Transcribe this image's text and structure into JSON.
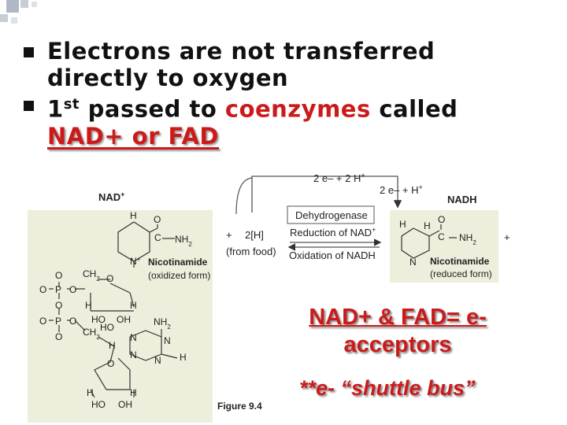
{
  "bullets": [
    {
      "line1": "Electrons are not transferred",
      "line2": "directly to oxygen"
    },
    {
      "prefix": "1",
      "superscript": "st",
      "mid": " passed to ",
      "highlight": "coenzymes",
      "suffix": " called",
      "line2": "NAD+ or FAD"
    }
  ],
  "figure": {
    "top_left_label": "NAD",
    "top_left_label_sup": "+",
    "top_right_label": "NADH",
    "arrow_top_label": "2 e– + 2 H",
    "arrow_top_label_sup": "+",
    "arrow_right_label": "2 e– + H",
    "arrow_right_label_sup": "+",
    "enzyme_label": "Dehydrogenase",
    "reduction_label": "Reduction of NAD",
    "reduction_label_sup": "+",
    "oxidation_label": "Oxidation of NADH",
    "plus_2h": "+",
    "two_h": "2[H]",
    "from_food": "(from food)",
    "left_panel": {
      "nicotinamide": "Nicotinamide",
      "oxidized": "(oxidized form)",
      "atoms": {
        "h_top": "H",
        "o_top": "O",
        "c_amide": "C",
        "nh2": "NH",
        "nh2_sub": "2",
        "n_plus": "N",
        "n_plus_sup": "+",
        "ch2_top": "CH",
        "ch2_top_sub": "2",
        "o_ring_top": "O",
        "p1_o_top": "O",
        "p1_o_left": "O",
        "p1_p": "P",
        "p1_o_right": "O",
        "p2_o_mid": "O",
        "p2_o_left": "O",
        "p2_p": "P",
        "p2_o_right": "O",
        "p2_o_bottom": "O",
        "h_r1": "H",
        "h_r2": "H",
        "ho_r": "HO",
        "oh_r": "OH",
        "ch2_bottom": "CH",
        "ch2_bottom_sub": "2",
        "ho_r2": "HO",
        "nh2_ad": "NH",
        "nh2_ad_sub": "2",
        "n1": "N",
        "n2": "N",
        "n3": "N",
        "n4": "N",
        "h_ad": "H",
        "h_left": "H",
        "o_ring_bottom": "O",
        "h_b1": "H",
        "h_b2": "H",
        "ho_b": "HO",
        "oh_b": "OH"
      }
    },
    "right_panel": {
      "nicotinamide": "Nicotinamide",
      "reduced": "(reduced form)",
      "atoms": {
        "h1": "H",
        "h2": "H",
        "o": "O",
        "c": "C",
        "nh2": "NH",
        "nh2_sub": "2",
        "n": "N",
        "plus": "+"
      }
    },
    "caption": "Figure 9.4"
  },
  "callout": {
    "line1": "NAD+ & FAD= e-",
    "line2": "acceptors"
  },
  "callout2": "**e- “shuttle bus”"
}
